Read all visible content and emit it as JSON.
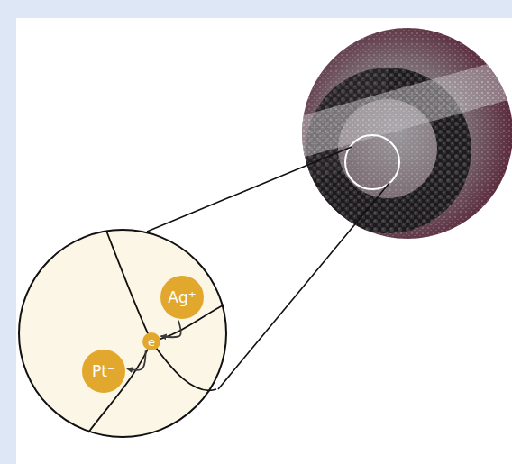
{
  "diagram": {
    "nodes": [
      {
        "text": [
          "Ag⁺"
        ]
      },
      {
        "text": [
          "e"
        ]
      },
      {
        "text": [
          "Pt⁻"
        ]
      }
    ],
    "edges": [
      {
        "from": 0,
        "to": 1,
        "arrow": "to"
      },
      {
        "from": 1,
        "to": 2,
        "arrow": "to"
      }
    ]
  }
}
